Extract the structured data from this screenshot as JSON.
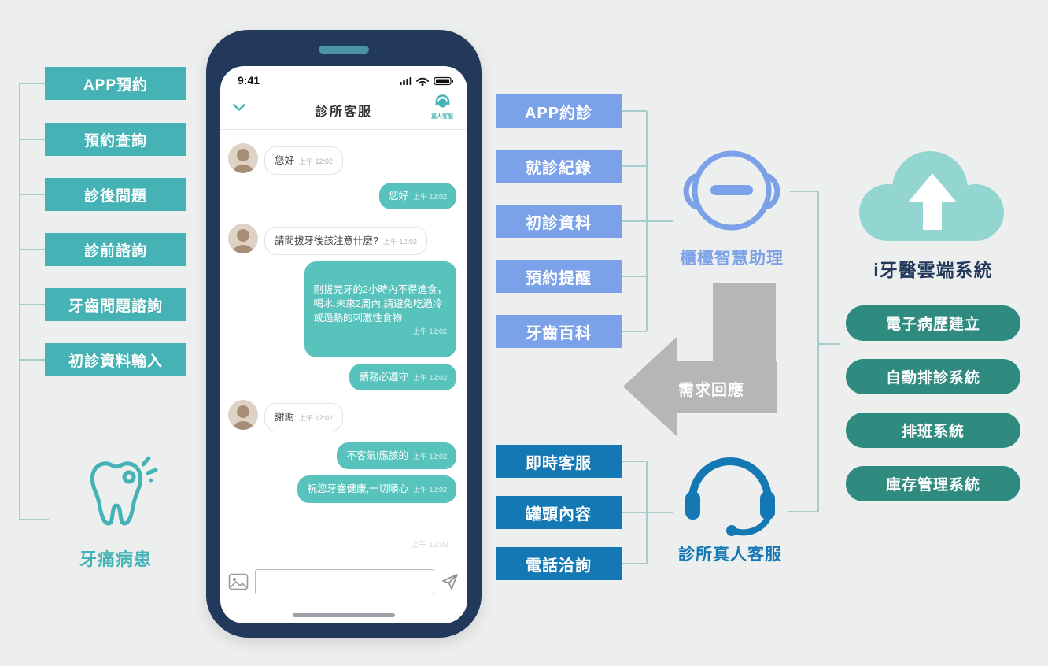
{
  "colors": {
    "background": "#edefef",
    "teal": "#45b3b6",
    "periwinkle": "#7ba1e8",
    "blue": "#1478b4",
    "green": "#2f8a80",
    "navy": "#22395c",
    "bubble": "#58c3bd",
    "cloud": "#92d5d1",
    "arrow": "#b6b6b6",
    "line": "#a8cbce"
  },
  "patient": {
    "items": [
      "APP預約",
      "預約查詢",
      "診後問題",
      "診前諮詢",
      "牙齒問題諮詢",
      "初診資料輸入"
    ],
    "caption": "牙痛病患"
  },
  "phone": {
    "status_time": "9:41",
    "title": "診所客服",
    "agent_label": "真人客服",
    "messages": [
      {
        "text": "您好",
        "time": "上午 12:02"
      },
      {
        "text": "您好",
        "time": "上午 12:02"
      },
      {
        "text": "請問拔牙後該注意什麼?",
        "time": "上午 12:02"
      },
      {
        "text": "剛拔完牙的2小時內不得進食，\n喝水.未來2周內,請避免吃過冷\n或過熱的刺激性食物",
        "time": "上午 12:02"
      },
      {
        "text": "請務必遵守",
        "time": "上午 12:02"
      },
      {
        "text": "謝謝",
        "time": "上午 12:02"
      },
      {
        "text": "不客氣!應該的",
        "time": "上午 12:02"
      },
      {
        "text": "祝您牙齒健康,一切順心",
        "time": "上午 12:02"
      }
    ],
    "faint_time": "上午 12:02"
  },
  "assistant": {
    "items": [
      "APP約診",
      "就診紀錄",
      "初診資料",
      "預約提醒",
      "牙齒百科"
    ],
    "caption": "櫃檯智慧助理"
  },
  "arrow": {
    "label": "需求回應"
  },
  "human": {
    "items": [
      "即時客服",
      "罐頭內容",
      "電話洽詢"
    ],
    "caption": "診所真人客服"
  },
  "cloud": {
    "title": "i牙醫雲端系統",
    "items": [
      "電子病歷建立",
      "自動排診系統",
      "排班系統",
      "庫存管理系統"
    ]
  }
}
